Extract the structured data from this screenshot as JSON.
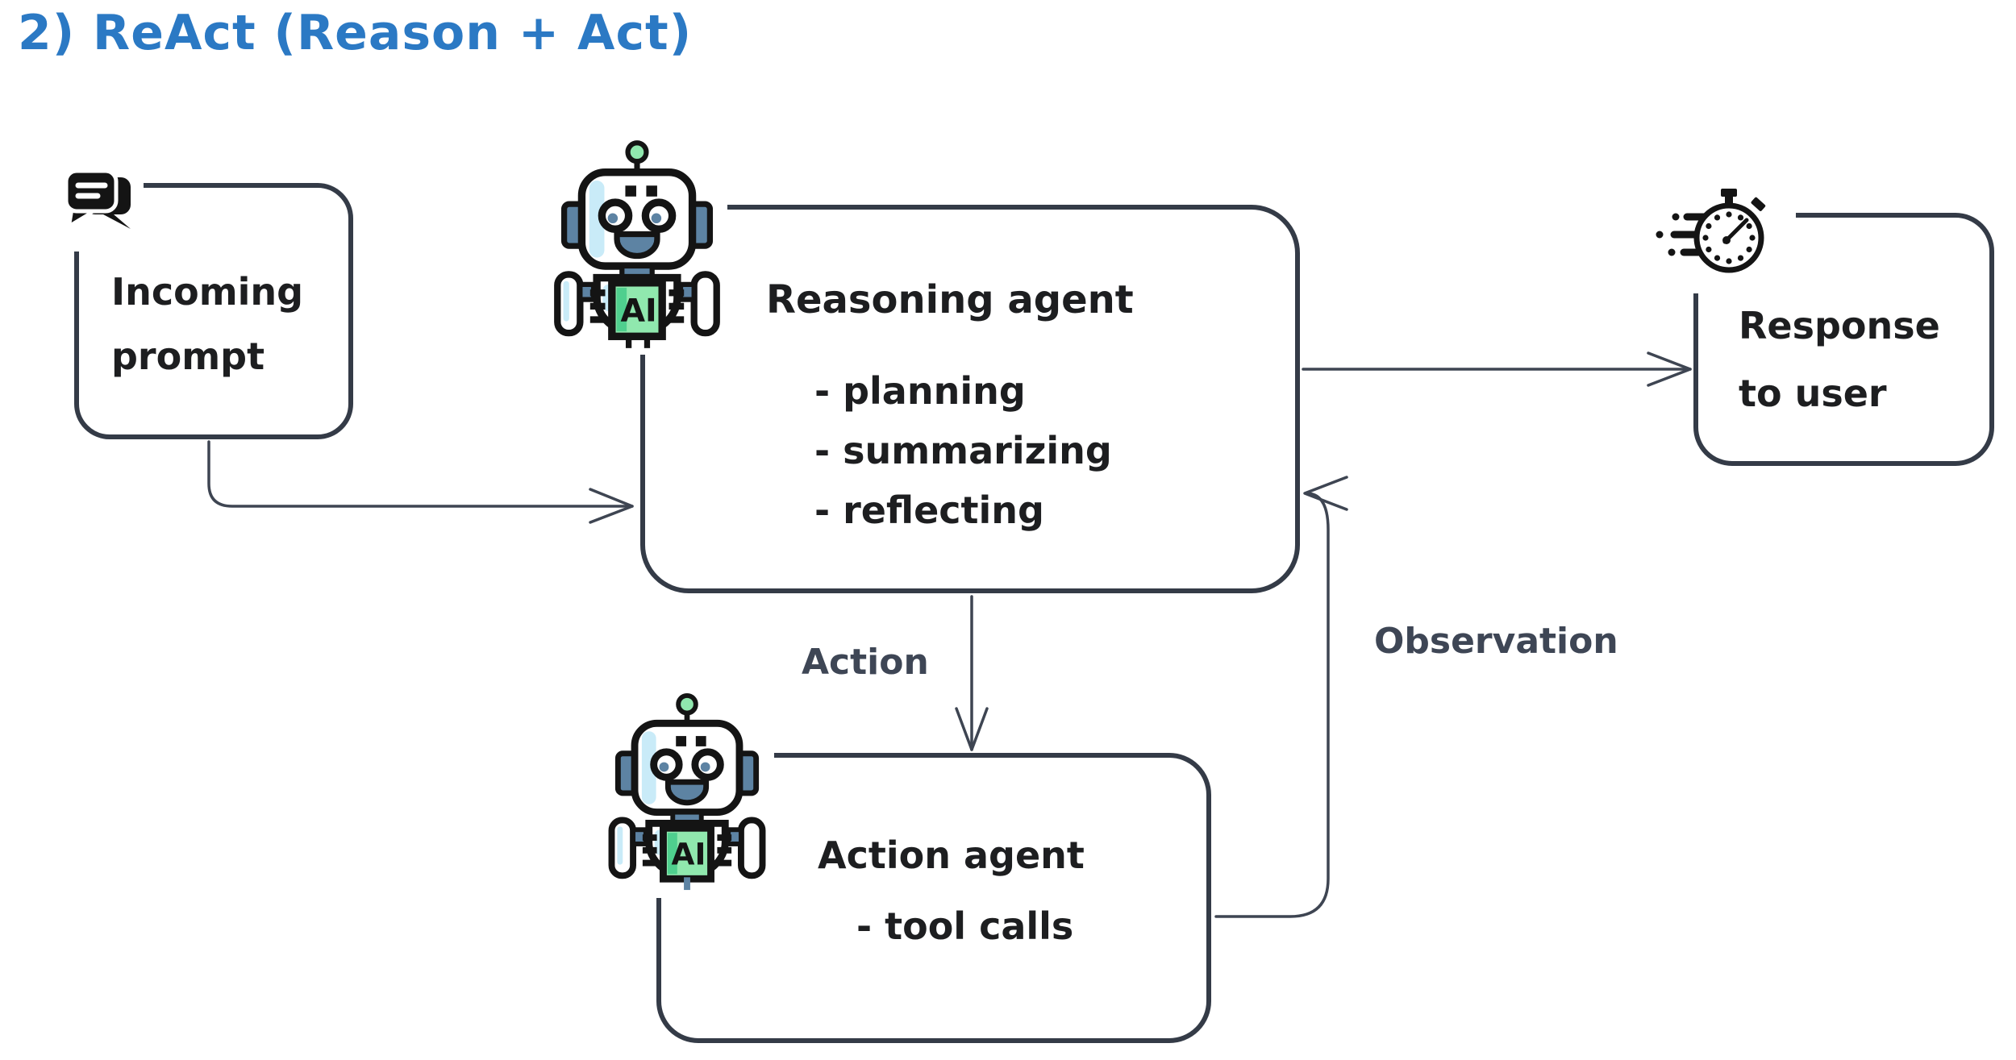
{
  "title": {
    "text": "2) ReAct (Reason + Act)"
  },
  "nodes": {
    "incoming_prompt": {
      "lines": [
        "Incoming",
        "prompt"
      ],
      "icon": "chat-bubbles-icon"
    },
    "reasoning_agent": {
      "title": "Reasoning agent",
      "bullets": [
        "- planning",
        "- summarizing",
        "- reflecting"
      ],
      "icon": "ai-robot-icon"
    },
    "action_agent": {
      "title": "Action agent",
      "bullets": [
        "- tool calls"
      ],
      "icon": "ai-robot-icon"
    },
    "response_to_user": {
      "lines": [
        "Response",
        "to user"
      ],
      "icon": "speeding-stopwatch-icon"
    }
  },
  "edges": {
    "prompt_to_reasoning": {
      "label": ""
    },
    "reasoning_to_response": {
      "label": ""
    },
    "reasoning_to_action": {
      "label": "Action"
    },
    "action_to_reasoning": {
      "label": "Observation"
    }
  },
  "icons": {
    "ai_chip_text": "AI"
  },
  "colors": {
    "title_blue": "#2b79c4",
    "box_stroke": "#343b47",
    "arrow_stroke": "#3e4552",
    "text": "#1d1e20",
    "edge_label": "#3e4655",
    "icon_black": "#141414",
    "robot_green": "#90e8ae",
    "robot_green_dark": "#4fcf8e",
    "robot_light_blue": "#c9ebf8",
    "robot_slate": "#5d83a3"
  }
}
